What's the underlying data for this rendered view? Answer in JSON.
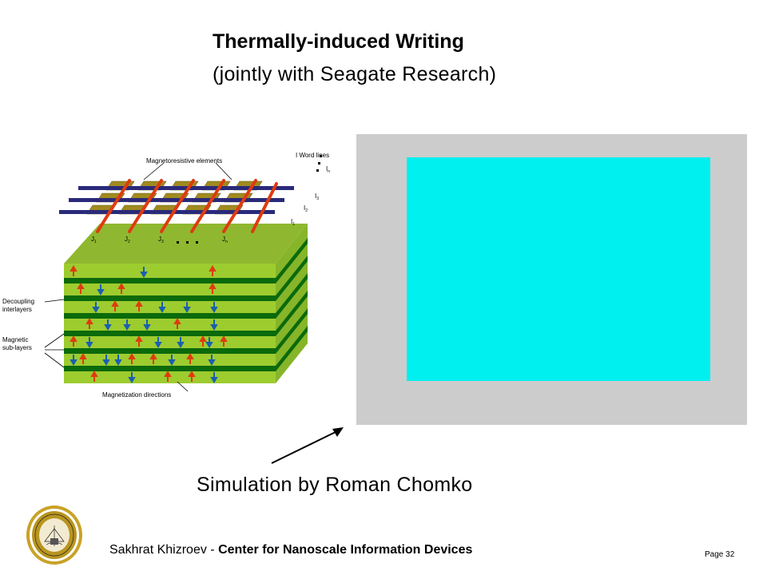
{
  "slide": {
    "title": "Thermally-induced Writing",
    "subtitle": "(jointly with Seagate Research)",
    "caption": "Simulation by Roman Chomko",
    "page_number": "Page 32"
  },
  "diagram": {
    "labels": {
      "magnetoresistive": "Magnetoresistive elements",
      "word_lines": "I Word lines",
      "decoupling_1": "Decoupling",
      "decoupling_2": "interlayers",
      "magnetic_1": "Magnetic",
      "magnetic_2": "sub-layers",
      "magnetization": "Magnetization directions"
    },
    "currents": [
      "I",
      "I",
      "I",
      "I"
    ],
    "current_subs": [
      "n",
      "3",
      "2",
      "1"
    ],
    "columns": [
      "J",
      "J",
      "J",
      "J"
    ],
    "column_subs": [
      "1",
      "2",
      "3",
      "n"
    ]
  },
  "footer": {
    "author": "Sakhrat Khizroev",
    "separator": " - ",
    "org": "Center for Nanoscale Information Devices"
  },
  "colors": {
    "sim_frame": "#cccccc",
    "sim_area": "#00f0f0",
    "layer_light": "#9dcc2f",
    "layer_dark": "#0b6a0b",
    "arrow_up": "#e03a10",
    "arrow_down": "#1a5fb0",
    "word_line": "#2a2a7a",
    "bit_line": "#e03a10",
    "mr_element": "#a08a20"
  }
}
